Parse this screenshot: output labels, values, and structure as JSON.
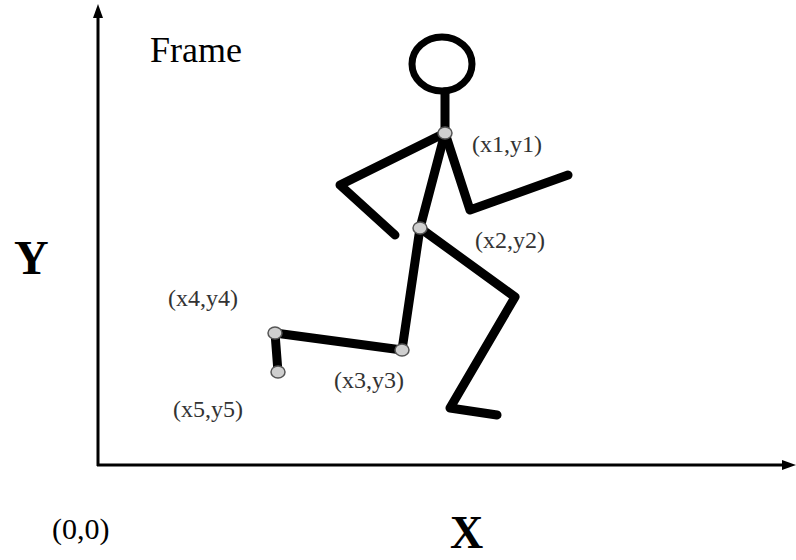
{
  "diagram": {
    "labels": [
      "Frame",
      "Y",
      "X",
      "(0,0)",
      "(x1,y1)",
      "(x2,y2)",
      "(x3,y3)",
      "(x4,y4)",
      "(x5,y5)"
    ]
  }
}
